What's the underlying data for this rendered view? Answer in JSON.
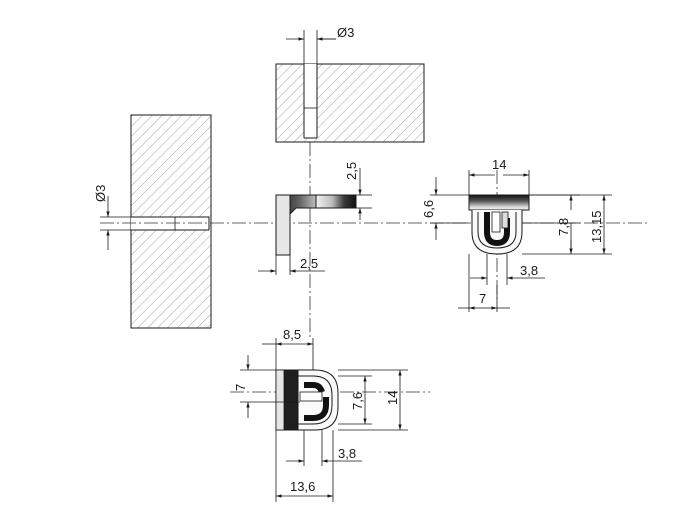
{
  "dimensions": {
    "top_hole_diameter": "Ø3",
    "side_hole_diameter": "Ø3",
    "peg_thickness": "2,5",
    "peg_leg": "2,5",
    "front_width": "14",
    "front_height_small": "6,6",
    "front_height_mid": "7,8",
    "front_height_total": "13,15",
    "front_slot": "3,8",
    "front_half": "7",
    "bottom_top_width": "8,5",
    "bottom_side": "7",
    "bottom_inner_height": "7,6",
    "bottom_height": "14",
    "bottom_slot": "3,8",
    "bottom_total_width": "13,6"
  },
  "colors": {
    "line": "#1a1a1a",
    "hatch": "#8a8a8a",
    "part_dark": "#222222",
    "part_light": "#e8e8e8"
  }
}
